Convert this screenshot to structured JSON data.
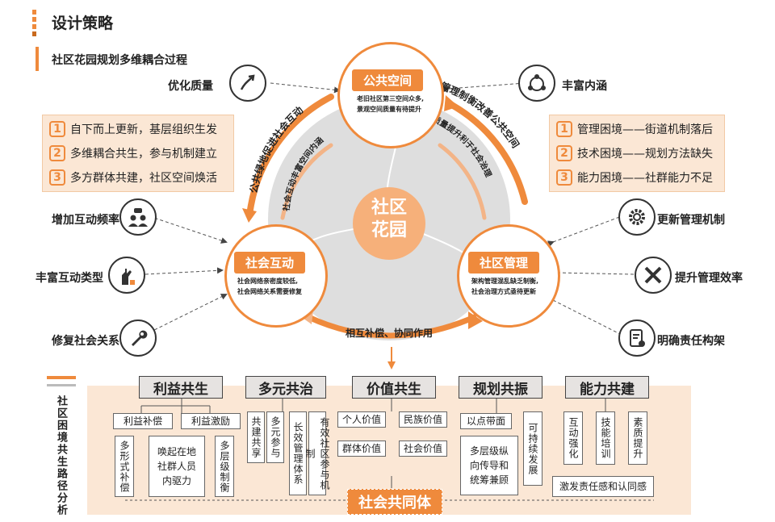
{
  "header": {
    "title": "设计策略",
    "subtitle": "社区花园规划多维耦合过程"
  },
  "left_list": [
    {
      "num": "1",
      "text": "自下而上更新，基层组织生发"
    },
    {
      "num": "2",
      "text": "多维耦合共生，参与机制建立"
    },
    {
      "num": "3",
      "text": "多方群体共建，社区空间焕活"
    }
  ],
  "right_list": [
    {
      "num": "1",
      "text": "管理困境——街道机制落后"
    },
    {
      "num": "2",
      "text": "技术困境——规划方法缺失"
    },
    {
      "num": "3",
      "text": "能力困境——社群能力不足"
    }
  ],
  "left_items": {
    "optimize": "优化质量",
    "freq": "增加互动频率",
    "types": "丰富互动类型",
    "repair": "修复社会关系"
  },
  "right_items": {
    "enrich": "丰富内涵",
    "update": "更新管理机制",
    "efficiency": "提升管理效率",
    "clarify": "明确责任构架"
  },
  "circles": {
    "center": {
      "line1": "社区",
      "line2": "花园"
    },
    "public": {
      "title": "公共空间",
      "desc1": "老旧社区第三空间众多,",
      "desc2": "景观空间质量有待提升"
    },
    "social": {
      "title": "社会互动",
      "desc1": "社会网络亲密度较低,",
      "desc2": "社会网络关系需要修复"
    },
    "manage": {
      "title": "社区管理",
      "desc1": "架构管理混乱缺乏制衡,",
      "desc2": "社会治理方式亟待更新"
    }
  },
  "arcs": {
    "left_outer": "公共绿地促进社会互动",
    "left_inner": "社会互动丰富空间内涵",
    "right_outer": "管理制衡改善公共空间",
    "right_inner": "质量提升利于社会治理",
    "bottom": "相互补偿、协同作用"
  },
  "bottom": {
    "side_title": "社区困境共生路径分析",
    "pillars": [
      "利益共生",
      "多元共治",
      "价值共生",
      "规划共振",
      "能力共建"
    ],
    "p1": {
      "a": "利益补偿",
      "b": "利益激励",
      "c": "多形式补偿",
      "d1": "唤起在地",
      "d2": "社群人员",
      "d3": "内驱力",
      "e": "多层级制衡"
    },
    "p2": {
      "a": "共建共享",
      "b": "多元参与",
      "c": "长效管理体系",
      "d": "有效社区参与机制"
    },
    "p3": {
      "a": "个人价值",
      "b": "民族价值",
      "c": "群体价值",
      "d": "社会价值"
    },
    "p4": {
      "a": "以点带面",
      "b": "可持续发展",
      "c1": "多层级纵",
      "c2": "向传导和",
      "c3": "统筹兼顾"
    },
    "p5": {
      "a": "互动强化",
      "b": "技能培训",
      "c": "素质提升",
      "d": "激发责任感和认同感"
    },
    "community": "社会共同体"
  },
  "colors": {
    "accent": "#ef8a3c",
    "light": "#fbe7d5",
    "gray": "#e6e3e1"
  }
}
